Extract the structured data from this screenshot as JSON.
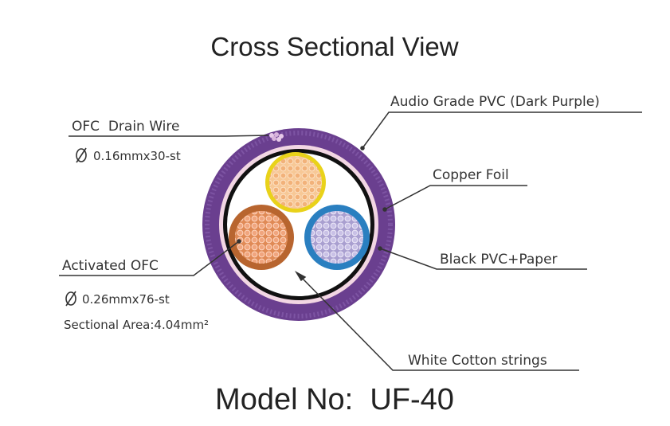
{
  "title": "Cross Sectional View",
  "labels": {
    "jacket": "Audio Grade PVC (Dark Purple)",
    "drain": "OFC  Drain Wire",
    "drain_spec": "0.16mmx30-st",
    "foil": "Copper Foil",
    "conductor": "Activated OFC",
    "conductor_spec": "0.26mmx76-st",
    "area": "Sectional Area:4.04mm²",
    "pvc_paper": "Black PVC+Paper",
    "cotton": "White Cotton strings"
  },
  "model": "Model No:  UF-40",
  "colors": {
    "jacket": "#6a3f8f",
    "foil": "#f2d6e3",
    "black_layer": "#111111",
    "core_top": "#f4c18f",
    "core_top_ring": "#e9d21a",
    "core_left": "#d97e4a",
    "core_left_ring": "#b8652f",
    "core_right": "#c9bfe0",
    "core_right_ring": "#2a7fc0"
  },
  "icons": {
    "diameter": "diameter-icon"
  }
}
